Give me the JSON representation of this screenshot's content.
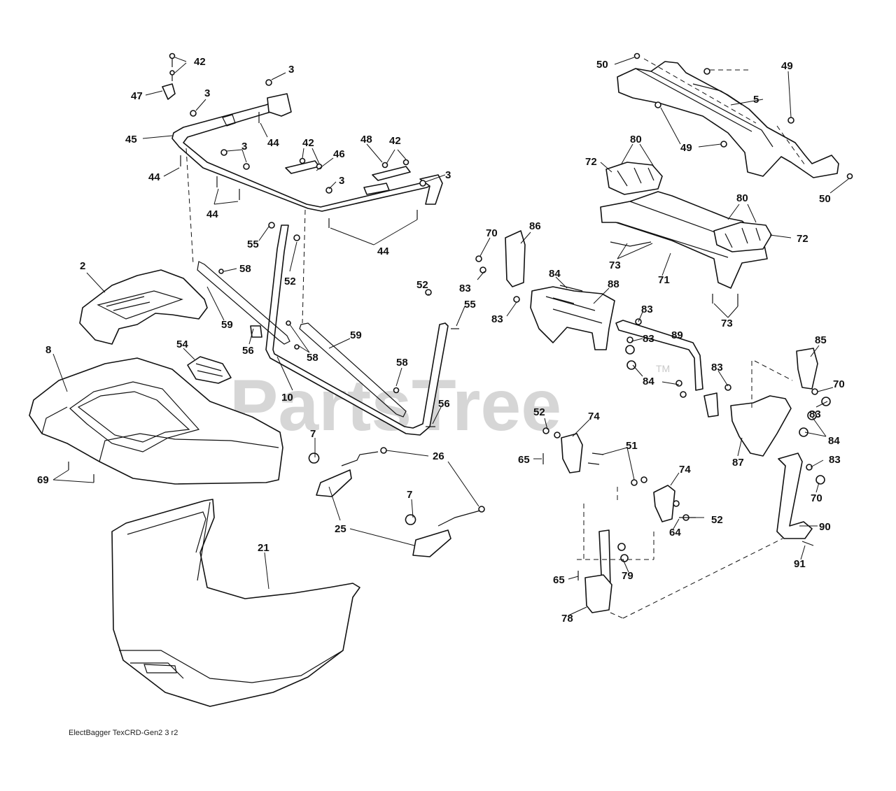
{
  "watermark": {
    "text": "PartsTree",
    "mark": "TM"
  },
  "caption": "ElectBagger TexCRD-Gen2 3 r2",
  "labels": {
    "p42a": "42",
    "p47": "47",
    "p3a": "3",
    "p3b": "3",
    "p44a": "44",
    "p45": "45",
    "p44b": "44",
    "p3c": "3",
    "p44c": "44",
    "p42b": "42",
    "p46": "46",
    "p48": "48",
    "p42c": "42",
    "p3d": "3",
    "p3e": "3",
    "p44d": "44",
    "p55a": "55",
    "p52a": "52",
    "p58a": "58",
    "p2": "2",
    "p59a": "59",
    "p56a": "56",
    "p58b": "58",
    "p59b": "59",
    "p54": "54",
    "p8": "8",
    "p10": "10",
    "p58c": "58",
    "p52b": "52",
    "p55b": "55",
    "p56b": "56",
    "p69": "69",
    "p7a": "7",
    "p26": "26",
    "p25": "25",
    "p7b": "7",
    "p21": "21",
    "p50a": "50",
    "p5": "5",
    "p49a": "49",
    "p49b": "49",
    "p50b": "50",
    "p80a": "80",
    "p72a": "72",
    "p80b": "80",
    "p72b": "72",
    "p73a": "73",
    "p71": "71",
    "p73b": "73",
    "p70a": "70",
    "p86": "86",
    "p83a": "83",
    "p84a": "84",
    "p88": "88",
    "p83b": "83",
    "p83c": "83",
    "p89": "89",
    "p83d": "83",
    "p84b": "84",
    "p83e": "83",
    "p85": "85",
    "p70b": "70",
    "p83f": "83",
    "p84c": "84",
    "p52c": "52",
    "p74a": "74",
    "p65a": "65",
    "p51": "51",
    "p87": "87",
    "p83g": "83",
    "p70c": "70",
    "p74b": "74",
    "p52d": "52",
    "p64": "64",
    "p90": "90",
    "p91": "91",
    "p79": "79",
    "p65b": "65",
    "p78": "78"
  }
}
